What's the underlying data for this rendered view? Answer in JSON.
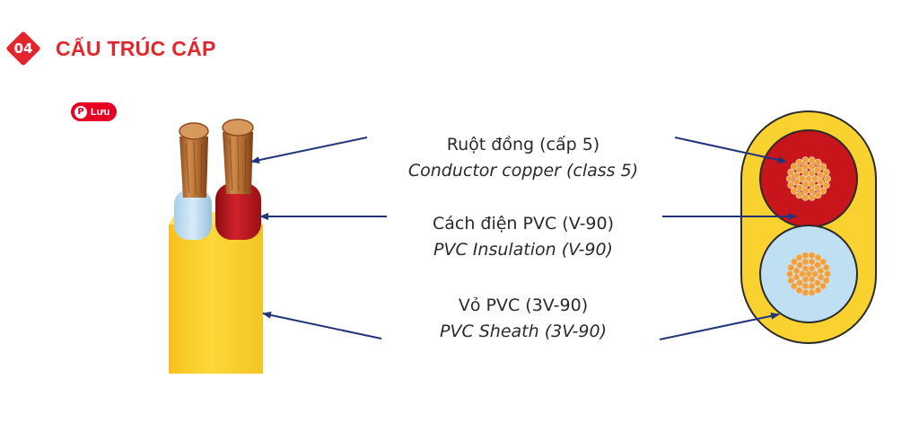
{
  "header": {
    "step_number": "04",
    "title": "CẤU TRÚC CÁP"
  },
  "save_button": {
    "label": "Lưu",
    "icon": "pinterest-icon"
  },
  "labels": [
    {
      "vi": "Ruột đồng (cấp 5)",
      "en": "Conductor copper (class 5)"
    },
    {
      "vi": "Cách điện PVC (V-90)",
      "en": "PVC Insulation (V-90)"
    },
    {
      "vi": "Vỏ PVC (3V-90)",
      "en": "PVC Sheath (3V-90)"
    }
  ],
  "colors": {
    "accent_red": "#e3262c",
    "pin_red": "#e60023",
    "sheath_yellow": "#f9d230",
    "insulation_red": "#c8141b",
    "insulation_blue": "#bfe0f2",
    "copper": "#f3a03c",
    "arrow_blue": "#22357a"
  }
}
